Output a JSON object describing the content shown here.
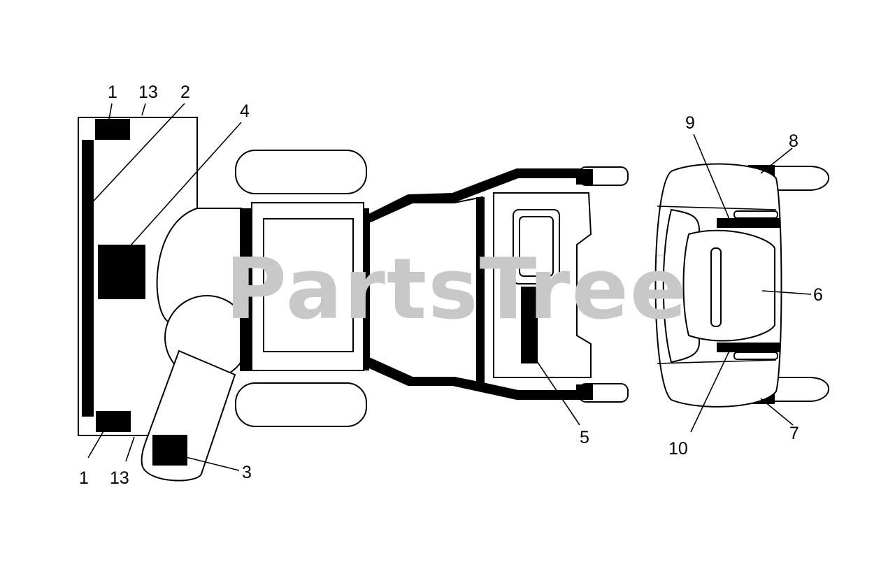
{
  "watermark": {
    "text": "PartsTree",
    "trademark": "™"
  },
  "callouts": {
    "c1_top": "1",
    "c13_top": "13",
    "c2": "2",
    "c4": "4",
    "c1_bottom": "1",
    "c13_bottom": "13",
    "c3": "3",
    "c5": "5",
    "c6": "6",
    "c7": "7",
    "c8": "8",
    "c9": "9",
    "c10": "10"
  }
}
